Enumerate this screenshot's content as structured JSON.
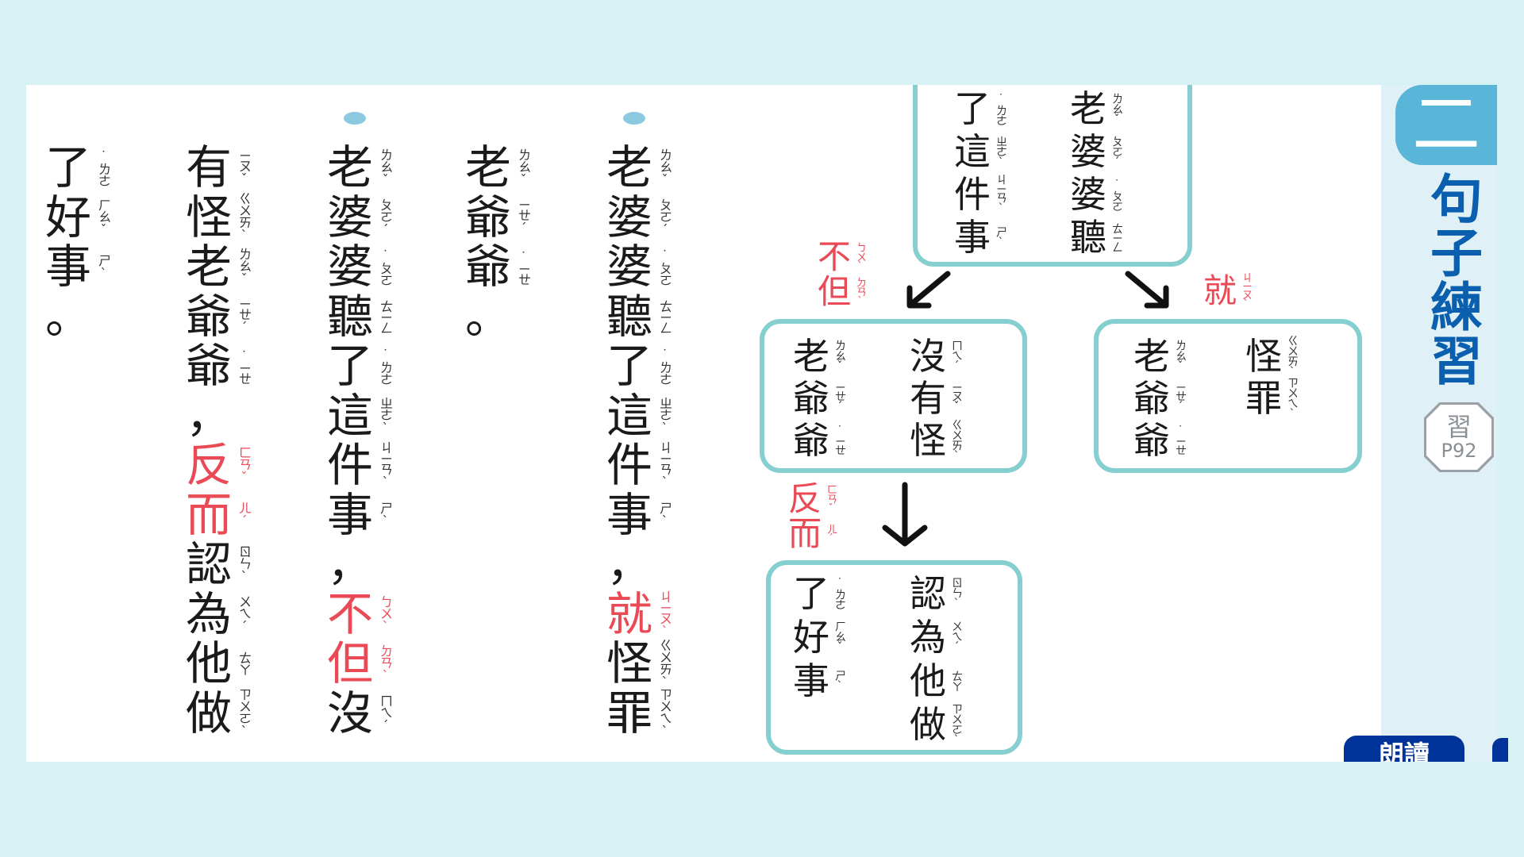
{
  "colors": {
    "background": "#d6f2f5",
    "highlight": "#ea4a55",
    "box_border": "#86cfd0",
    "title": "#0a5fae",
    "tab": "#5ab6d8",
    "button": "#003399"
  },
  "passage": {
    "col_1": [
      [
        "老",
        "ㄌㄠˇ"
      ],
      [
        "婆",
        "ㄆㄛˊ"
      ],
      [
        "婆",
        "˙ㄆㄛ"
      ],
      [
        "聽",
        "ㄊㄧㄥ"
      ],
      [
        "了",
        "˙ㄌㄜ"
      ],
      [
        "這",
        "ㄓㄜˋ"
      ],
      [
        "件",
        "ㄐㄧㄢˋ"
      ],
      [
        "事",
        "ㄕˋ"
      ],
      [
        "，",
        ""
      ],
      [
        "就",
        "ㄐㄧㄡˋ",
        1
      ],
      [
        "怪",
        "ㄍㄨㄞˋ"
      ],
      [
        "罪",
        "ㄗㄨㄟˋ"
      ]
    ],
    "col_2": [
      [
        "老",
        "ㄌㄠˇ"
      ],
      [
        "爺",
        "ㄧㄝˊ"
      ],
      [
        "爺",
        "˙ㄧㄝ"
      ],
      [
        "。",
        ""
      ]
    ],
    "col_3": [
      [
        "老",
        "ㄌㄠˇ"
      ],
      [
        "婆",
        "ㄆㄛˊ"
      ],
      [
        "婆",
        "˙ㄆㄛ"
      ],
      [
        "聽",
        "ㄊㄧㄥ"
      ],
      [
        "了",
        "˙ㄌㄜ"
      ],
      [
        "這",
        "ㄓㄜˋ"
      ],
      [
        "件",
        "ㄐㄧㄢˋ"
      ],
      [
        "事",
        "ㄕˋ"
      ],
      [
        "，",
        ""
      ],
      [
        "不",
        "ㄅㄨˋ",
        1
      ],
      [
        "但",
        "ㄉㄢˋ",
        1
      ],
      [
        "沒",
        "ㄇㄟˊ"
      ]
    ],
    "col_4": [
      [
        "有",
        "ㄧㄡˇ"
      ],
      [
        "怪",
        "ㄍㄨㄞˋ"
      ],
      [
        "老",
        "ㄌㄠˇ"
      ],
      [
        "爺",
        "ㄧㄝˊ"
      ],
      [
        "爺",
        "˙ㄧㄝ"
      ],
      [
        "，",
        ""
      ],
      [
        "反",
        "ㄈㄢˇ",
        1
      ],
      [
        "而",
        "ㄦˊ",
        1
      ],
      [
        "認",
        "ㄖㄣˋ"
      ],
      [
        "為",
        "ㄨㄟˊ"
      ],
      [
        "他",
        "ㄊㄚ"
      ],
      [
        "做",
        "ㄗㄨㄛˋ"
      ]
    ],
    "col_5": [
      [
        "了",
        "˙ㄌㄜ"
      ],
      [
        "好",
        "ㄏㄠˇ"
      ],
      [
        "事",
        "ㄕˋ"
      ],
      [
        "。",
        ""
      ]
    ]
  },
  "diagram": {
    "top_right": [
      [
        "老",
        "ㄌㄠˇ"
      ],
      [
        "婆",
        "ㄆㄛˊ"
      ],
      [
        "婆",
        "˙ㄆㄛ"
      ],
      [
        "聽",
        "ㄊㄧㄥ"
      ]
    ],
    "top_left": [
      [
        "了",
        "˙ㄌㄜ"
      ],
      [
        "這",
        "ㄓㄜˋ"
      ],
      [
        "件",
        "ㄐㄧㄢˋ"
      ],
      [
        "事",
        "ㄕˋ"
      ]
    ],
    "conn_budan": [
      [
        "不",
        "ㄅㄨˋ",
        1
      ],
      [
        "但",
        "ㄉㄢˋ",
        1
      ]
    ],
    "conn_jiu": [
      [
        "就",
        "ㄐㄧㄡˋ",
        1
      ]
    ],
    "mid_left_right": [
      [
        "沒",
        "ㄇㄟˊ"
      ],
      [
        "有",
        "ㄧㄡˇ"
      ],
      [
        "怪",
        "ㄍㄨㄞˋ"
      ]
    ],
    "mid_left_left": [
      [
        "老",
        "ㄌㄠˇ"
      ],
      [
        "爺",
        "ㄧㄝˊ"
      ],
      [
        "爺",
        "˙ㄧㄝ"
      ]
    ],
    "mid_right_right": [
      [
        "怪",
        "ㄍㄨㄞˋ"
      ],
      [
        "罪",
        "ㄗㄨㄟˋ"
      ]
    ],
    "mid_right_left": [
      [
        "老",
        "ㄌㄠˇ"
      ],
      [
        "爺",
        "ㄧㄝˊ"
      ],
      [
        "爺",
        "˙ㄧㄝ"
      ]
    ],
    "conn_faner": [
      [
        "反",
        "ㄈㄢˇ",
        1
      ],
      [
        "而",
        "ㄦˊ",
        1
      ]
    ],
    "bottom_right": [
      [
        "認",
        "ㄖㄣˋ"
      ],
      [
        "為",
        "ㄨㄟˊ"
      ],
      [
        "他",
        "ㄊㄚ"
      ],
      [
        "做",
        "ㄗㄨㄛˋ"
      ]
    ],
    "bottom_left": [
      [
        "了",
        "˙ㄌㄜ"
      ],
      [
        "好",
        "ㄏㄠˇ"
      ],
      [
        "事",
        "ㄕˋ"
      ]
    ]
  },
  "sidebar": {
    "tab_number": "二",
    "title_chars": [
      "句",
      "子",
      "練",
      "習"
    ],
    "badge_char": "習",
    "badge_page": "P92",
    "read_button": "朗讀"
  }
}
